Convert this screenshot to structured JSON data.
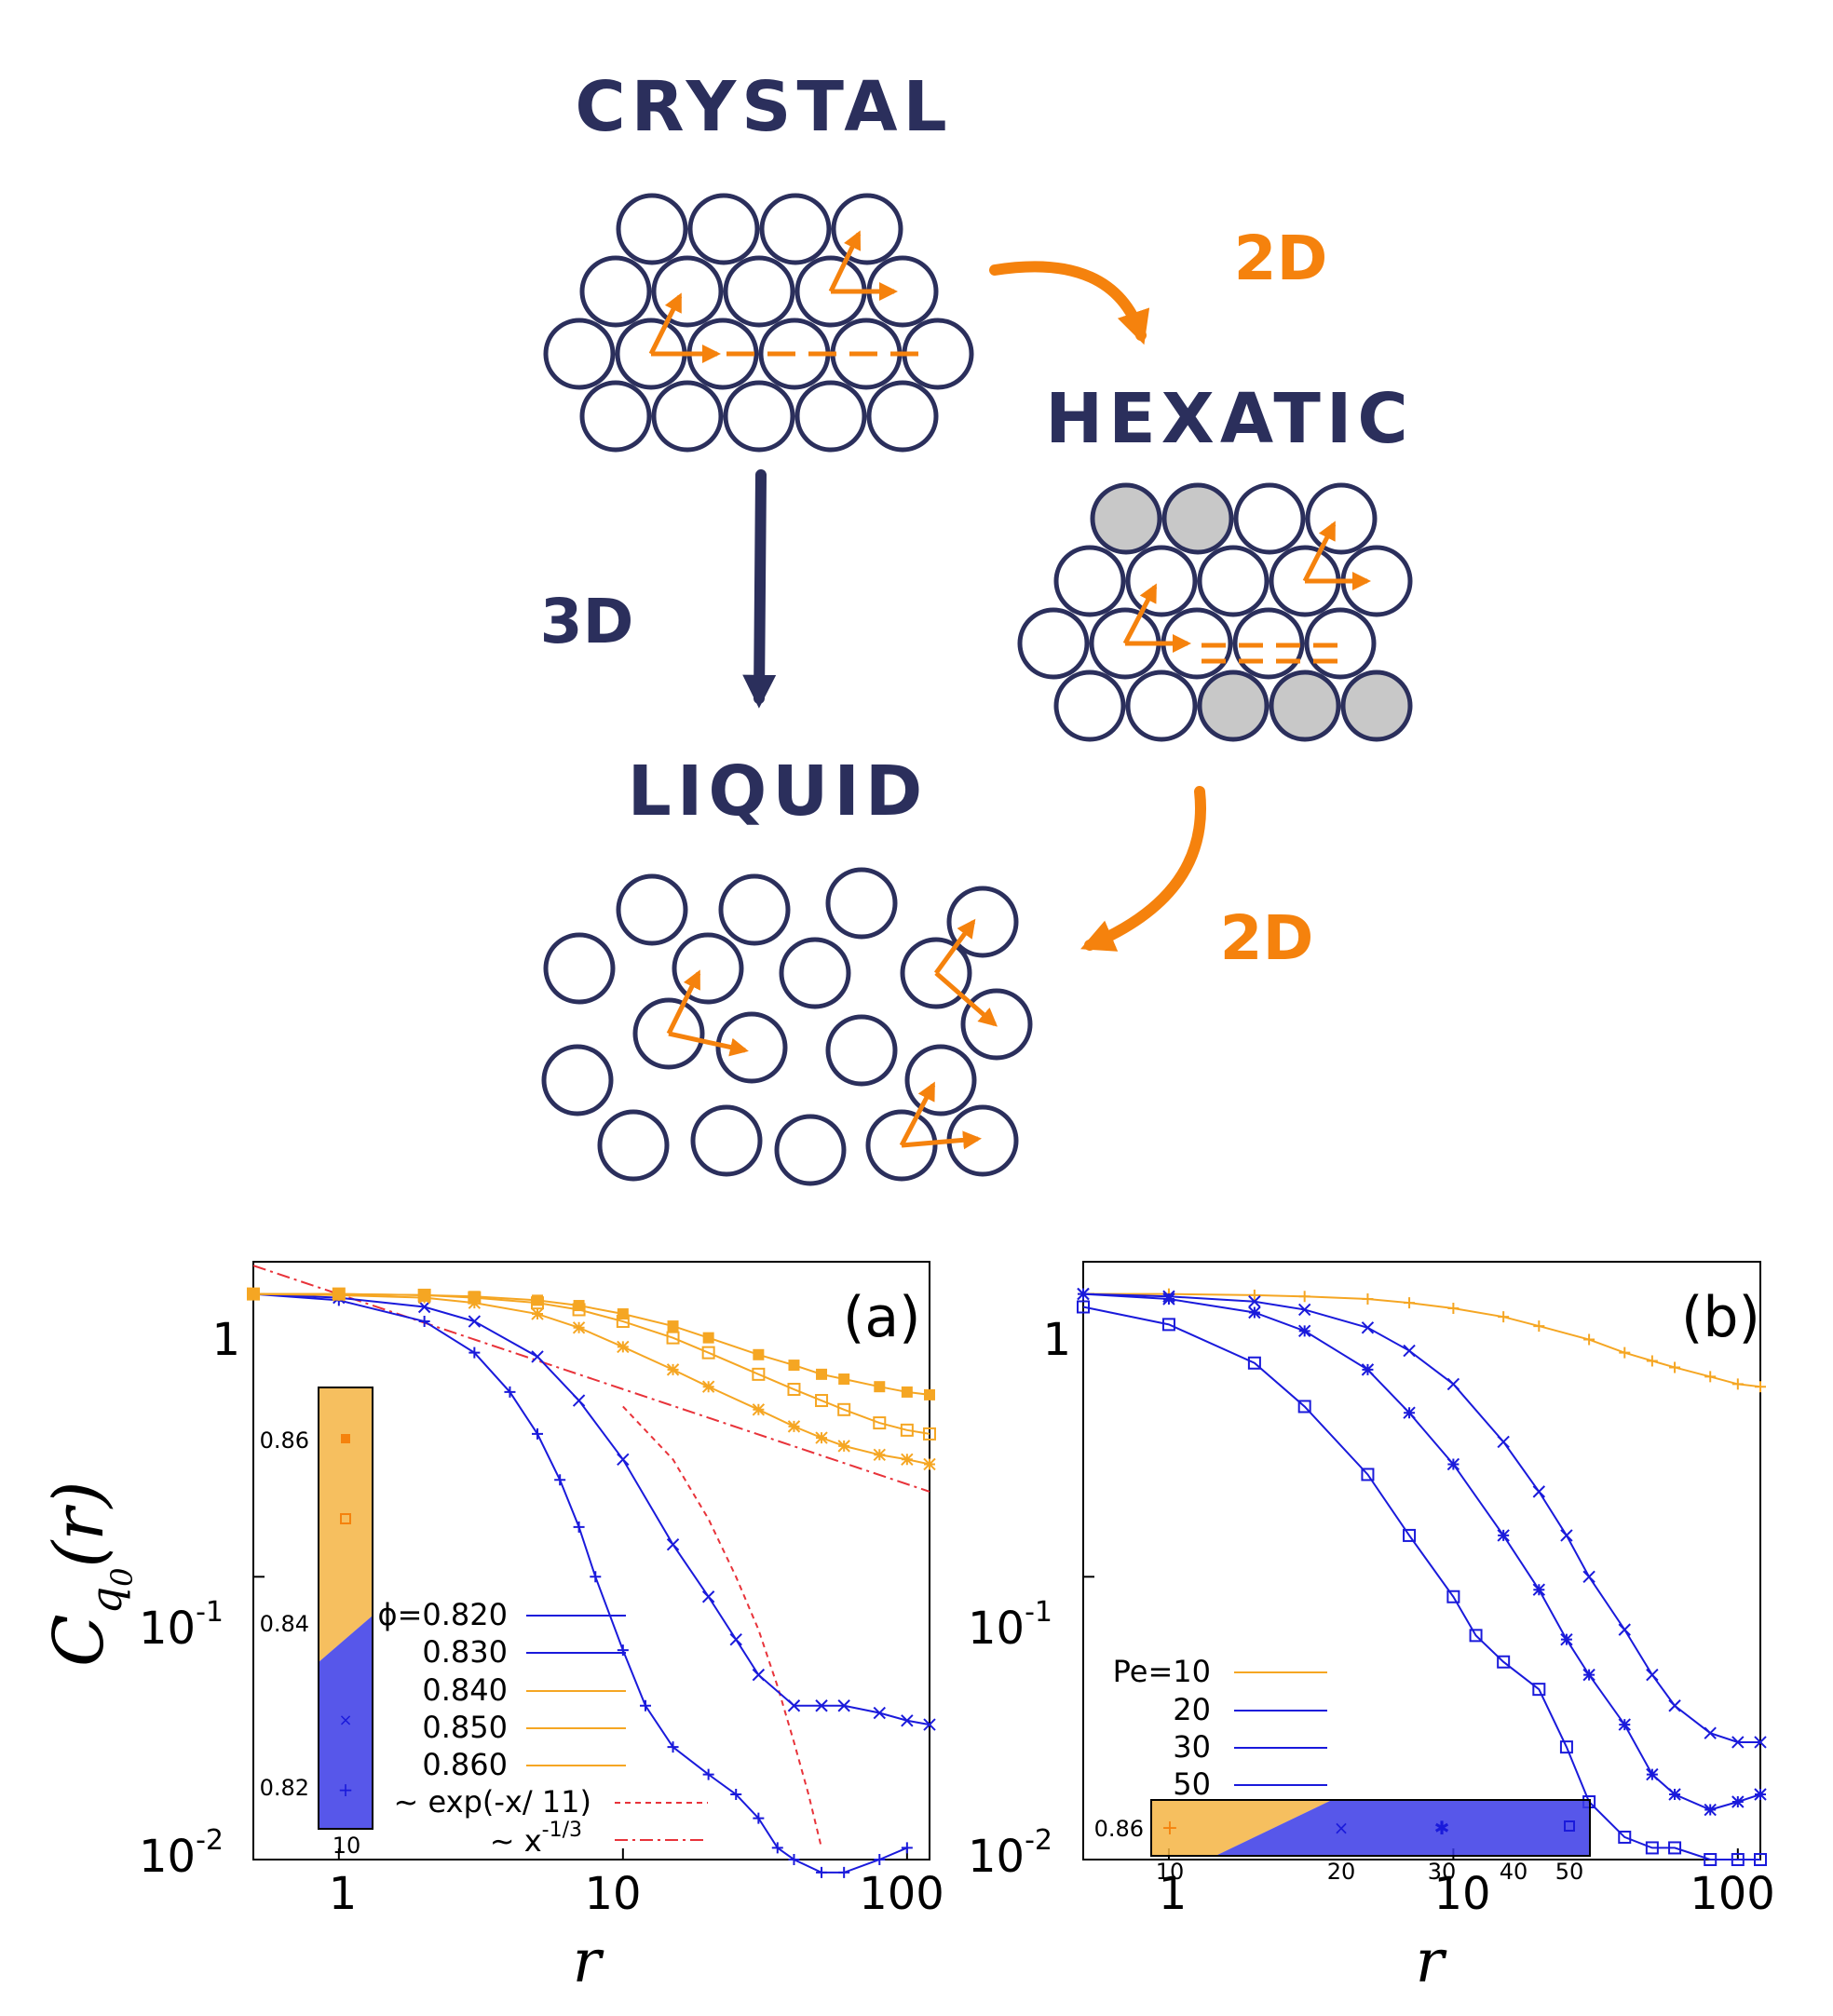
{
  "diagram": {
    "crystal_label": "CRYSTAL",
    "hexatic_label": "HEXATIC",
    "liquid_label": "LIQUID",
    "dim_2d_top": "2D",
    "dim_2d_bottom": "2D",
    "dim_3d": "3D",
    "colors": {
      "ink": "#2b2f5c",
      "arrow": "#f5820d",
      "grey": "#c8c8c8"
    }
  },
  "chart_data": [
    {
      "type": "line",
      "panel_label": "(a)",
      "ylabel": "C",
      "ylabel_sub": "q",
      "ylabel_subsub": "0",
      "ylabel_arg": "(r)",
      "xlabel": "r",
      "xscale": "log",
      "yscale": "log",
      "xlim": [
        0.5,
        120
      ],
      "ylim": [
        0.01,
        1.3
      ],
      "xticks": [
        "1",
        "10",
        "100"
      ],
      "yticks": [
        "1",
        "10",
        "-1",
        "10",
        "-2"
      ],
      "legend_title": "ϕ=",
      "series": [
        {
          "name": "0.820",
          "color": "#1a1adb",
          "marker": "plus",
          "x": [
            0.5,
            1,
            2,
            3,
            4,
            5,
            6,
            7,
            8,
            10,
            12,
            15,
            20,
            25,
            30,
            35,
            40,
            50,
            60,
            80,
            100
          ],
          "y": [
            1,
            0.95,
            0.8,
            0.62,
            0.45,
            0.32,
            0.22,
            0.15,
            0.1,
            0.055,
            0.035,
            0.025,
            0.02,
            0.017,
            0.014,
            0.011,
            0.01,
            0.009,
            0.009,
            0.01,
            0.011
          ]
        },
        {
          "name": "0.830",
          "color": "#1a1adb",
          "marker": "x",
          "x": [
            0.5,
            1,
            2,
            3,
            5,
            7,
            10,
            15,
            20,
            25,
            30,
            40,
            50,
            60,
            80,
            100,
            120
          ],
          "y": [
            1,
            0.97,
            0.9,
            0.8,
            0.6,
            0.42,
            0.26,
            0.13,
            0.085,
            0.06,
            0.045,
            0.035,
            0.035,
            0.035,
            0.033,
            0.031,
            0.03
          ]
        },
        {
          "name": "0.840",
          "color": "#f5a623",
          "marker": "star",
          "x": [
            0.5,
            1,
            2,
            3,
            5,
            7,
            10,
            15,
            20,
            30,
            40,
            50,
            60,
            80,
            100,
            120
          ],
          "y": [
            1,
            0.99,
            0.97,
            0.93,
            0.85,
            0.76,
            0.65,
            0.54,
            0.47,
            0.39,
            0.34,
            0.31,
            0.29,
            0.27,
            0.26,
            0.25
          ]
        },
        {
          "name": "0.850",
          "color": "#f5a623",
          "marker": "square-open",
          "x": [
            0.5,
            1,
            2,
            3,
            5,
            7,
            10,
            15,
            20,
            30,
            40,
            50,
            60,
            80,
            100,
            120
          ],
          "y": [
            1,
            1,
            0.99,
            0.97,
            0.93,
            0.88,
            0.8,
            0.7,
            0.62,
            0.52,
            0.46,
            0.42,
            0.39,
            0.35,
            0.33,
            0.32
          ]
        },
        {
          "name": "0.860",
          "color": "#f5a623",
          "marker": "square-filled",
          "x": [
            0.5,
            1,
            2,
            3,
            5,
            7,
            10,
            15,
            20,
            30,
            40,
            50,
            60,
            80,
            100,
            120
          ],
          "y": [
            1,
            1,
            0.99,
            0.98,
            0.95,
            0.91,
            0.85,
            0.77,
            0.7,
            0.61,
            0.56,
            0.52,
            0.5,
            0.47,
            0.45,
            0.44
          ]
        }
      ],
      "fits": [
        {
          "name": "~ exp(-x/ 11)",
          "style": "dashed",
          "color": "#e8333a",
          "x": [
            10,
            15,
            20,
            25,
            30,
            35,
            40,
            45,
            50
          ],
          "y": [
            0.4,
            0.26,
            0.16,
            0.1,
            0.065,
            0.041,
            0.026,
            0.017,
            0.011
          ]
        },
        {
          "name": "~ x",
          "superscript": "-1/3",
          "style": "dashdot",
          "color": "#e8333a",
          "x": [
            0.5,
            120
          ],
          "y": [
            1.26,
            0.2
          ]
        }
      ],
      "inset": {
        "x_tick": "10",
        "y_ticks": [
          "0.86",
          "0.84",
          "0.82"
        ],
        "markers": [
          {
            "series": "0.860",
            "y": 0.86
          },
          {
            "series": "0.850",
            "y": 0.85
          },
          {
            "series": "0.830",
            "y": 0.83
          },
          {
            "series": "0.820",
            "y": 0.82
          }
        ]
      }
    },
    {
      "type": "line",
      "panel_label": "(b)",
      "xlabel": "r",
      "xscale": "log",
      "yscale": "log",
      "xlim": [
        0.5,
        120
      ],
      "ylim": [
        0.01,
        1.3
      ],
      "xticks": [
        "1",
        "10",
        "100"
      ],
      "yticks": [
        "1",
        "10",
        "-1",
        "10",
        "-2"
      ],
      "legend_title": "Pe=",
      "series": [
        {
          "name": "10",
          "color": "#f5a623",
          "marker": "plus",
          "x": [
            0.5,
            1,
            2,
            3,
            5,
            7,
            10,
            15,
            20,
            30,
            40,
            50,
            60,
            80,
            100,
            120
          ],
          "y": [
            1,
            1,
            0.99,
            0.98,
            0.96,
            0.93,
            0.89,
            0.83,
            0.77,
            0.69,
            0.62,
            0.58,
            0.55,
            0.51,
            0.48,
            0.47
          ]
        },
        {
          "name": "20",
          "color": "#1a1adb",
          "marker": "x",
          "x": [
            0.5,
            1,
            2,
            3,
            5,
            7,
            10,
            15,
            20,
            25,
            30,
            40,
            50,
            60,
            80,
            100,
            120
          ],
          "y": [
            1,
            0.98,
            0.94,
            0.88,
            0.76,
            0.63,
            0.48,
            0.3,
            0.2,
            0.14,
            0.1,
            0.065,
            0.045,
            0.035,
            0.028,
            0.026,
            0.026
          ]
        },
        {
          "name": "30",
          "color": "#1a1adb",
          "marker": "star",
          "x": [
            0.5,
            1,
            2,
            3,
            5,
            7,
            10,
            15,
            20,
            25,
            30,
            40,
            50,
            60,
            80,
            100,
            120
          ],
          "y": [
            1,
            0.96,
            0.86,
            0.74,
            0.54,
            0.38,
            0.25,
            0.14,
            0.09,
            0.06,
            0.045,
            0.03,
            0.02,
            0.017,
            0.015,
            0.016,
            0.017
          ]
        },
        {
          "name": "50",
          "color": "#1a1adb",
          "marker": "square-open",
          "x": [
            0.5,
            1,
            2,
            3,
            5,
            7,
            10,
            12,
            15,
            20,
            25,
            30,
            40,
            50,
            60,
            80,
            100,
            120
          ],
          "y": [
            0.9,
            0.78,
            0.57,
            0.4,
            0.23,
            0.14,
            0.085,
            0.062,
            0.05,
            0.04,
            0.025,
            0.016,
            0.012,
            0.011,
            0.011,
            0.01,
            0.01,
            0.01
          ]
        }
      ],
      "inset": {
        "y_tick": "0.86",
        "x_ticks": [
          "10",
          "20",
          "30",
          "40",
          "50"
        ],
        "markers": [
          {
            "series": "10",
            "x": 10
          },
          {
            "series": "20",
            "x": 20
          },
          {
            "series": "30",
            "x": 30
          },
          {
            "series": "50",
            "x": 50
          }
        ]
      }
    }
  ]
}
